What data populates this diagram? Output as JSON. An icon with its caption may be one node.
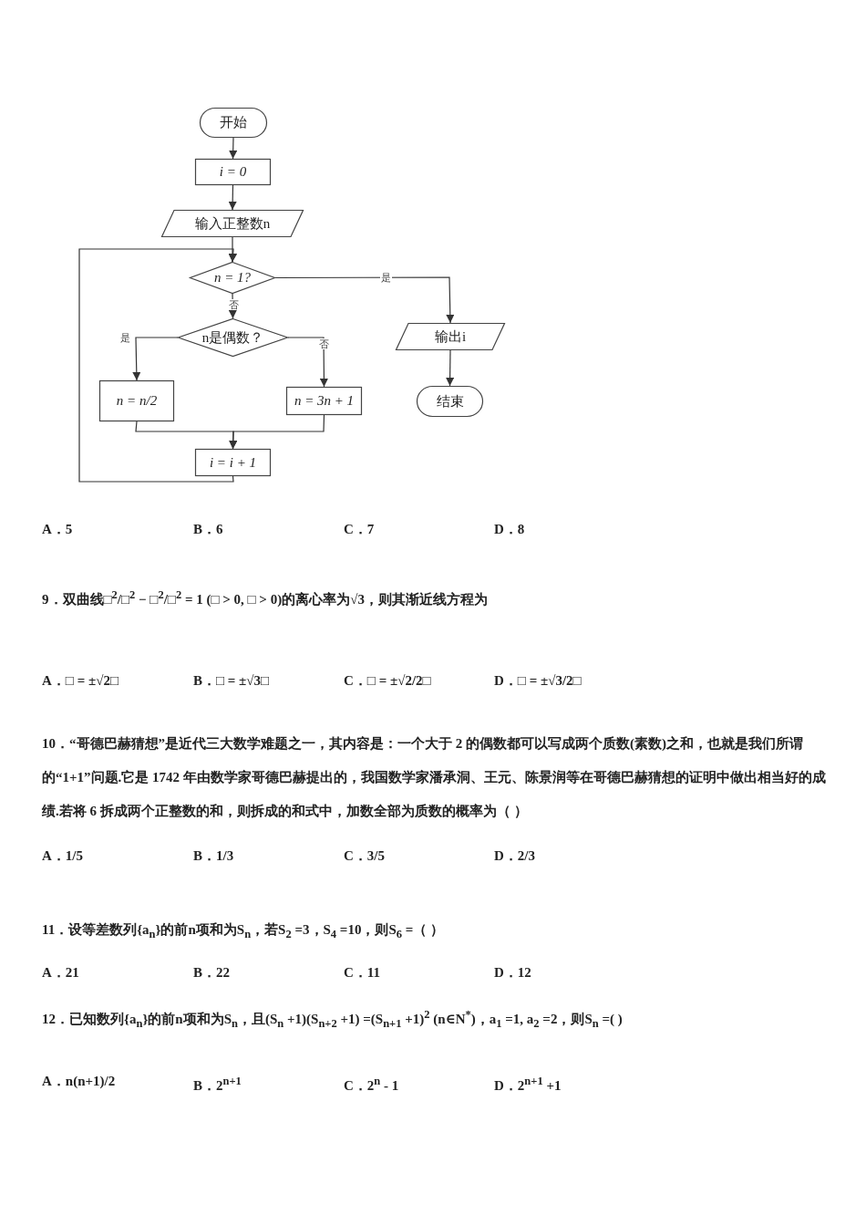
{
  "diagram": {
    "nodes": [
      {
        "text": [
          "开始"
        ]
      },
      {
        "text": [
          "i = 0"
        ]
      },
      {
        "text": [
          "输入正整数n"
        ]
      },
      {
        "text": [
          "n = 1?"
        ]
      },
      {
        "text": [
          "n是偶数？"
        ]
      },
      {
        "text": [
          "n = n/2"
        ]
      },
      {
        "text": [
          "n = 3n + 1"
        ]
      },
      {
        "text": [
          "i = i + 1"
        ]
      },
      {
        "text": [
          "输出i"
        ]
      },
      {
        "text": [
          "结束"
        ]
      }
    ],
    "edges": [
      {
        "from": 0,
        "to": 1,
        "arrow": "to"
      },
      {
        "from": 1,
        "to": 2,
        "arrow": "to"
      },
      {
        "from": 2,
        "to": 3,
        "arrow": "to"
      },
      {
        "from": 3,
        "to": 8,
        "arrow": "to",
        "label": "是"
      },
      {
        "from": 3,
        "to": 4,
        "arrow": "to",
        "label": "否"
      },
      {
        "from": 4,
        "to": 5,
        "arrow": "to",
        "label": "是"
      },
      {
        "from": 4,
        "to": 6,
        "arrow": "to",
        "label": "否"
      },
      {
        "from": 5,
        "to": 7,
        "arrow": "to"
      },
      {
        "from": 6,
        "to": 7,
        "arrow": "to"
      },
      {
        "from": 7,
        "to": 3,
        "arrow": "to"
      },
      {
        "from": 8,
        "to": 9,
        "arrow": "to"
      }
    ],
    "labels": [
      "A．5",
      "B．6",
      "C．7",
      "D．8",
      "9．双曲线□$^{2}$/□$^{2}$ − □$^{2}$/□$^{2}$ = 1 (□ > 0, □ > 0)的离心率为√3，则其渐近线方程为",
      "A．□ = ±√2□",
      "B．□ = ±√3□",
      "C．□ = ±√2/2□",
      "D．□ = ±√3/2□",
      "10．“哥德巴赫猜想”是近代三大数学难题之一，其内容是：一个大于 2 的偶数都可以写成两个质数(素数)之和，也就是我们所谓的“1+1”问题.它是 1742 年由数学家哥德巴赫提出的，我国数学家潘承洞、王元、陈景润等在哥德巴赫猜想的证明中做出相当好的成绩.若将 6 拆成两个正整数的和，则拆成的和式中，加数全部为质数的概率为（ ）",
      "A．1/5",
      "B．1/3",
      "C．3/5",
      "D．2/3",
      "11．设等差数列{a$_{n}$}的前n项和为S$_{n}$，若S$_{2}$ =3，S$_{4}$ =10，则S$_{6}$ =（ ）",
      "A．21",
      "B．22",
      "C．11",
      "D．12",
      "12．已知数列{a$_{n}$}的前n项和为S$_{n}$，且(S$_{n}$ +1)(S$_{n+2}$ +1) =(S$_{n+1}$ +1)$^{2}$ (n∈N$^{*}$)，a$_{1}$ =1, a$_{2}$ =2，则S$_{n}$ =( )",
      "A．n(n+1)/2",
      "B．2$^{n+1}$",
      "C．2$^{n}$ - 1",
      "D．2$^{n+1}$ +1"
    ]
  }
}
